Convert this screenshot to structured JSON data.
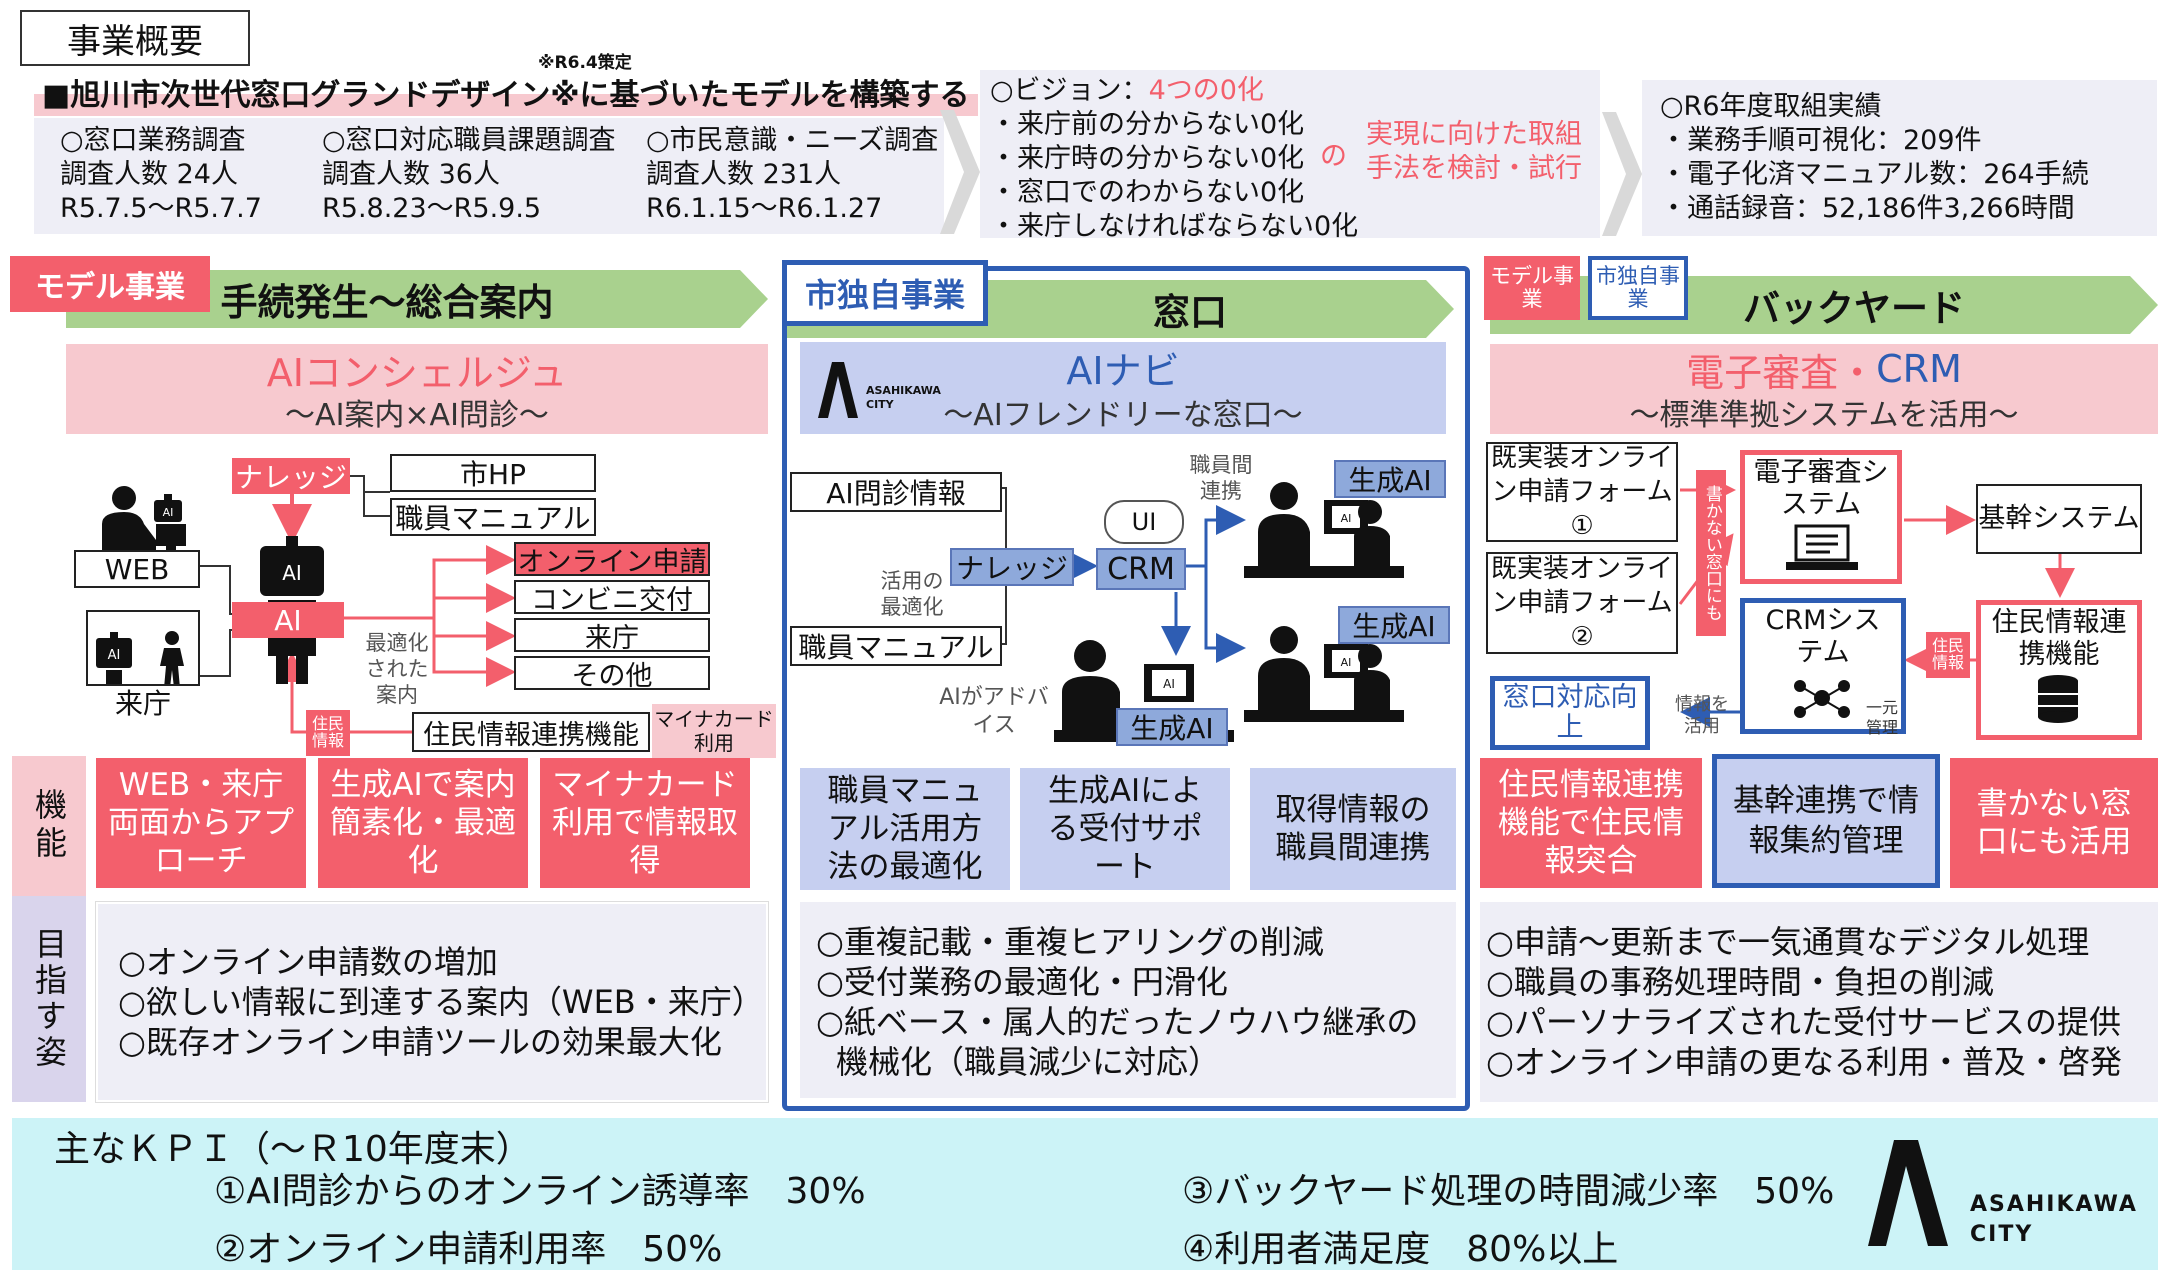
{
  "header": {
    "title": "事業概要",
    "note": "※R6.4策定",
    "intro_heading": "■旭川市次世代窓口グランドデザイン※に基づいたモデルを構築する"
  },
  "surveys": [
    {
      "title": "○窓口業務調査",
      "count": "調査人数 24人",
      "period": "R5.7.5～R5.7.7"
    },
    {
      "title": "○窓口対応職員課題調査",
      "count": "調査人数 36人",
      "period": "R5.8.23～R5.9.5"
    },
    {
      "title": "○市民意識・ニーズ調査",
      "count": "調査人数 231人",
      "period": "R6.1.15～R6.1.27"
    }
  ],
  "vision": {
    "label": "○ビジョン：",
    "highlight": "4つの0化",
    "items": [
      "・来庁前の分からない0化",
      "・来庁時の分からない0化",
      "・窓口でのわからない0化",
      "・来庁しなければならない0化"
    ],
    "connector": "の",
    "trial_line1": "実現に向けた取組",
    "trial_line2": "手法を検討・試行"
  },
  "results": {
    "title": "○R6年度取組実績",
    "items": [
      "・業務手順可視化：209件",
      "・電子化済マニュアル数：264手続",
      "・通話録音：52,186件3,266時間"
    ]
  },
  "left": {
    "badge": "モデル事業",
    "band": "手続発生～総合案内",
    "title": "AIコンシェルジュ",
    "subtitle": "～AI案内×AI問診～",
    "knowledge": "ナレッジ",
    "hp": "市HP",
    "manual": "職員マニュアル",
    "web": "WEB",
    "visit": "来庁",
    "ai": "AI",
    "optimized": "最適化された案内",
    "outputs": [
      "オンライン申請",
      "コンビニ交付",
      "来庁",
      "その他"
    ],
    "resident_tag": "住民情報",
    "resident_link": "住民情報連携機能",
    "mynumber": "マイナカード利用",
    "features": [
      "WEB・来庁両面からアプローチ",
      "生成AIで案内簡素化・最適化",
      "マイナカード利用で情報取得"
    ],
    "goals": [
      "○オンライン申請数の増加",
      "○欲しい情報に到達する案内（WEB・来庁）",
      "○既存オンライン申請ツールの効果最大化"
    ]
  },
  "center": {
    "badge": "市独自事業",
    "band": "窓口",
    "title": "AIナビ",
    "subtitle": "～AIフレンドリーな窓口～",
    "logo_text1": "ASAHIKAWA",
    "logo_text2": "CITY",
    "ai_interview": "AI問診情報",
    "staff_manual": "職員マニュアル",
    "use_opt": "活用の最適化",
    "knowledge": "ナレッジ",
    "ui": "UI",
    "crm": "CRM",
    "staff_link": "職員間連携",
    "gen_ai": "生成AI",
    "ai_advice": "AIがアドバイス",
    "features": [
      "職員マニュアル活用方法の最適化",
      "生成AIによる受付サポート",
      "取得情報の職員間連携"
    ],
    "goals": [
      "○重複記載・重複ヒアリングの削減",
      "○受付業務の最適化・円滑化",
      "○紙ベース・属人的だったノウハウ継承の",
      "機械化（職員減少に対応）"
    ]
  },
  "right": {
    "badge_model": "モデル事業",
    "badge_city": "市独自事業",
    "band": "バックヤード",
    "title_red": "電子審査・",
    "title_blue": "CRM",
    "subtitle": "～標準準拠システムを活用～",
    "form1": "既実装オンライン申請フォーム①",
    "form2": "既実装オンライン申請フォーム②",
    "nowrite_tag": "書かない窓口にも",
    "review_system": "電子審査システム",
    "core_system": "基幹システム",
    "resident_system": "住民情報連携機能",
    "resident_tag": "住民情報",
    "crm_system": "CRMシステム",
    "unified": "一元管理",
    "info_use": "情報を活用",
    "window_up": "窓口対応向上",
    "features": [
      "住民情報連携機能で住民情報突合",
      "基幹連携で情報集約管理",
      "書かない窓口にも活用"
    ],
    "goals": [
      "○申請～更新まで一気通貫なデジタル処理",
      "○職員の事務処理時間・負担の削減",
      "○パーソナライズされた受付サービスの提供",
      "○オンライン申請の更なる利用・普及・啓発"
    ]
  },
  "side_labels": {
    "features": "機能",
    "goals": "目指す姿"
  },
  "kpi": {
    "title": "主なＫＰＩ（～Ｒ10年度末）",
    "items": [
      "①AI問診からのオンライン誘導率　30%",
      "②オンライン申請利用率　50%",
      "③バックヤード処理の時間減少率　50%",
      "④利用者満足度　80%以上"
    ],
    "logo_text1": "ASAHIKAWA",
    "logo_text2": "CITY"
  },
  "colors": {
    "red": "#f35f6c",
    "pink": "#f7c9cf",
    "blue": "#2e5db3",
    "lightblue": "#c6cff0",
    "green": "#a9d18e",
    "cyan": "#ccf3f7"
  }
}
